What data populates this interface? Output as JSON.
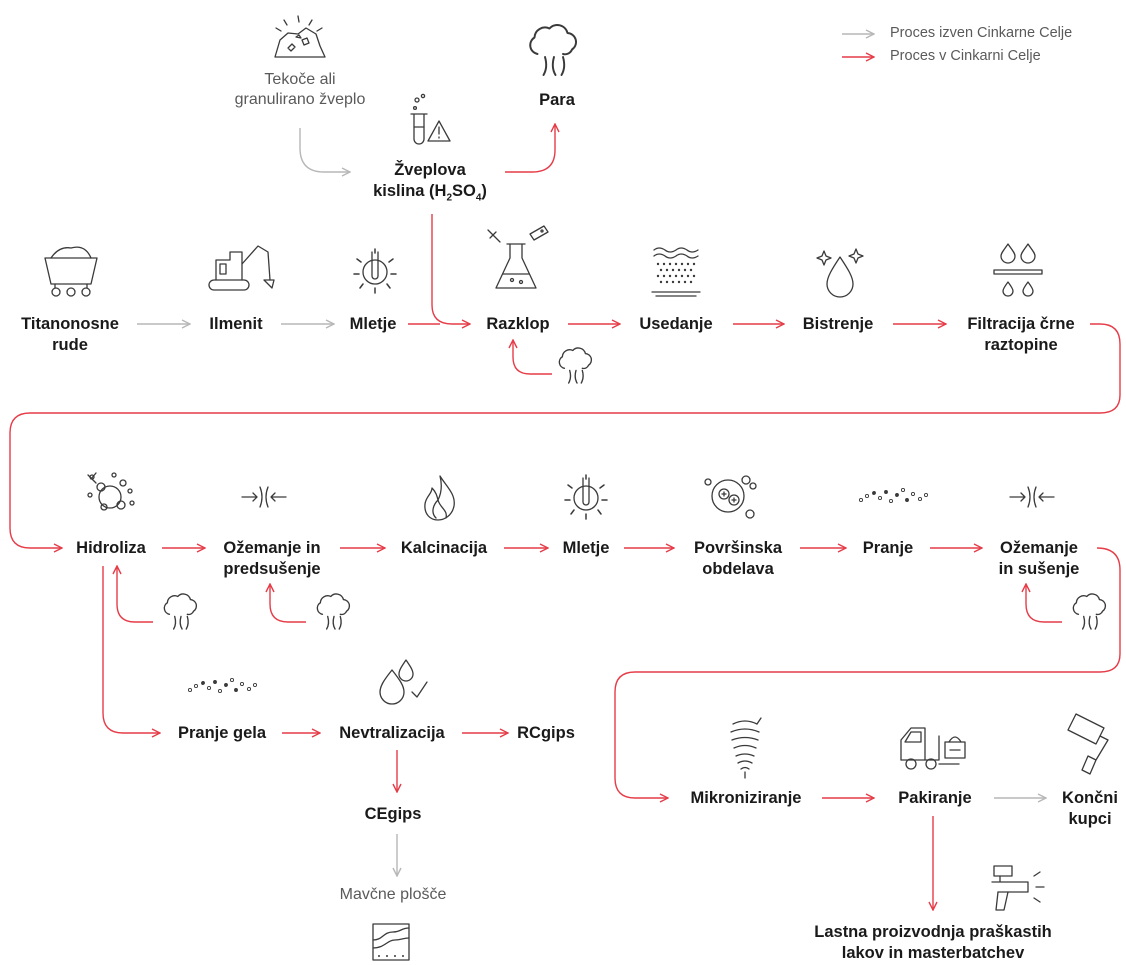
{
  "colors": {
    "red": "#e63c48",
    "grey": "#b7b7b7",
    "icon": "#3a3a3a",
    "text": "#1a1a1a"
  },
  "legend": {
    "outside": "Proces izven Cinkarne Celje",
    "inside": "Proces v Cinkarni Celje"
  },
  "nodes": {
    "sulfur_line1": "Tekoče ali",
    "sulfur_line2": "granulirano žveplo",
    "steam": "Para",
    "acid_line1": "Žveplova",
    "acid_line2_pre": "kislina (H",
    "acid_sub1": "2",
    "acid_mid": "SO",
    "acid_sub2": "4",
    "acid_end": ")",
    "ore_line1": "Titanonosne",
    "ore_line2": "rude",
    "ilmenite": "Ilmenit",
    "grinding1": "Mletje",
    "digestion": "Razklop",
    "settling": "Usedanje",
    "clarification": "Bistrenje",
    "filtration_line1": "Filtracija črne",
    "filtration_line2": "raztopine",
    "hydrolysis": "Hidroliza",
    "squeeze1_line1": "Ožemanje in",
    "squeeze1_line2": "predsušenje",
    "calcination": "Kalcinacija",
    "grinding2": "Mletje",
    "surface_line1": "Površinska",
    "surface_line2": "obdelava",
    "washing": "Pranje",
    "squeeze2_line1": "Ožemanje",
    "squeeze2_line2": "in sušenje",
    "gel_washing": "Pranje gela",
    "neutralization": "Nevtralizacija",
    "rcgips": "RCgips",
    "cegips": "CEgips",
    "plasterboard": "Mavčne plošče",
    "micronization": "Mikroniziranje",
    "packaging": "Pakiranje",
    "customers_line1": "Končni",
    "customers_line2": "kupci",
    "own_line1": "Lastna proizvodnja praškastih",
    "own_line2": "lakov in masterbatchev"
  },
  "icons": [
    "sulfur-rock-icon",
    "steam-cloud-icon",
    "acid-flask-warning-icon",
    "mine-cart-icon",
    "excavator-icon",
    "grinding-mill-icon",
    "pipette-flask-icon",
    "sediment-icon",
    "clear-drop-icon",
    "filter-drops-icon",
    "hydrolysis-molecule-icon",
    "squeeze-press-icon",
    "flame-icon",
    "dust-particles-icon",
    "ph-drops-icon",
    "spiral-icon",
    "forklift-icon",
    "paint-roller-icon",
    "spray-gun-icon",
    "plasterboard-icon"
  ]
}
